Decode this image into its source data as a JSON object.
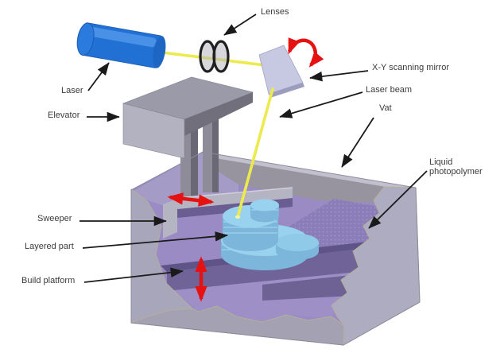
{
  "diagram": {
    "type": "stereolithography-3d-printer-schematic",
    "labels": {
      "lenses": "Lenses",
      "xy_scanning_mirror": "X-Y scanning mirror",
      "laser_beam": "Laser beam",
      "vat": "Vat",
      "liquid_photopolymer_line1": "Liquid",
      "liquid_photopolymer_line2": "photopolymer",
      "laser": "Laser",
      "elevator": "Elevator",
      "sweeper": "Sweeper",
      "layered_part": "Layered part",
      "build_platform": "Build platform"
    },
    "colors": {
      "laser_body": "#2170d4",
      "laser_highlight": "#4f97ea",
      "beam_yellow": "#ecea4d",
      "mirror_face": "#c7c8e1",
      "lens_glass": "#b7b7c0",
      "vat_outer_wall": "#aeacc1",
      "vat_inner_wall_gray": "#97949f",
      "vat_inner_wall_lavender": "#a49cc6",
      "liquid_surface": "#9b8bc5",
      "liquid_front": "#9e90c6",
      "platform_dark": "#5f5488",
      "platform_front": "#6f6398",
      "part_top": "#98d2ee",
      "part_side": "#7cb6da",
      "sweeper_gray": "#b5b4c3",
      "column_gray": "#8d8c98",
      "arrow_red": "#e61212",
      "arrow_black": "#1a1a1a",
      "label_text": "#3b3b3b"
    }
  }
}
